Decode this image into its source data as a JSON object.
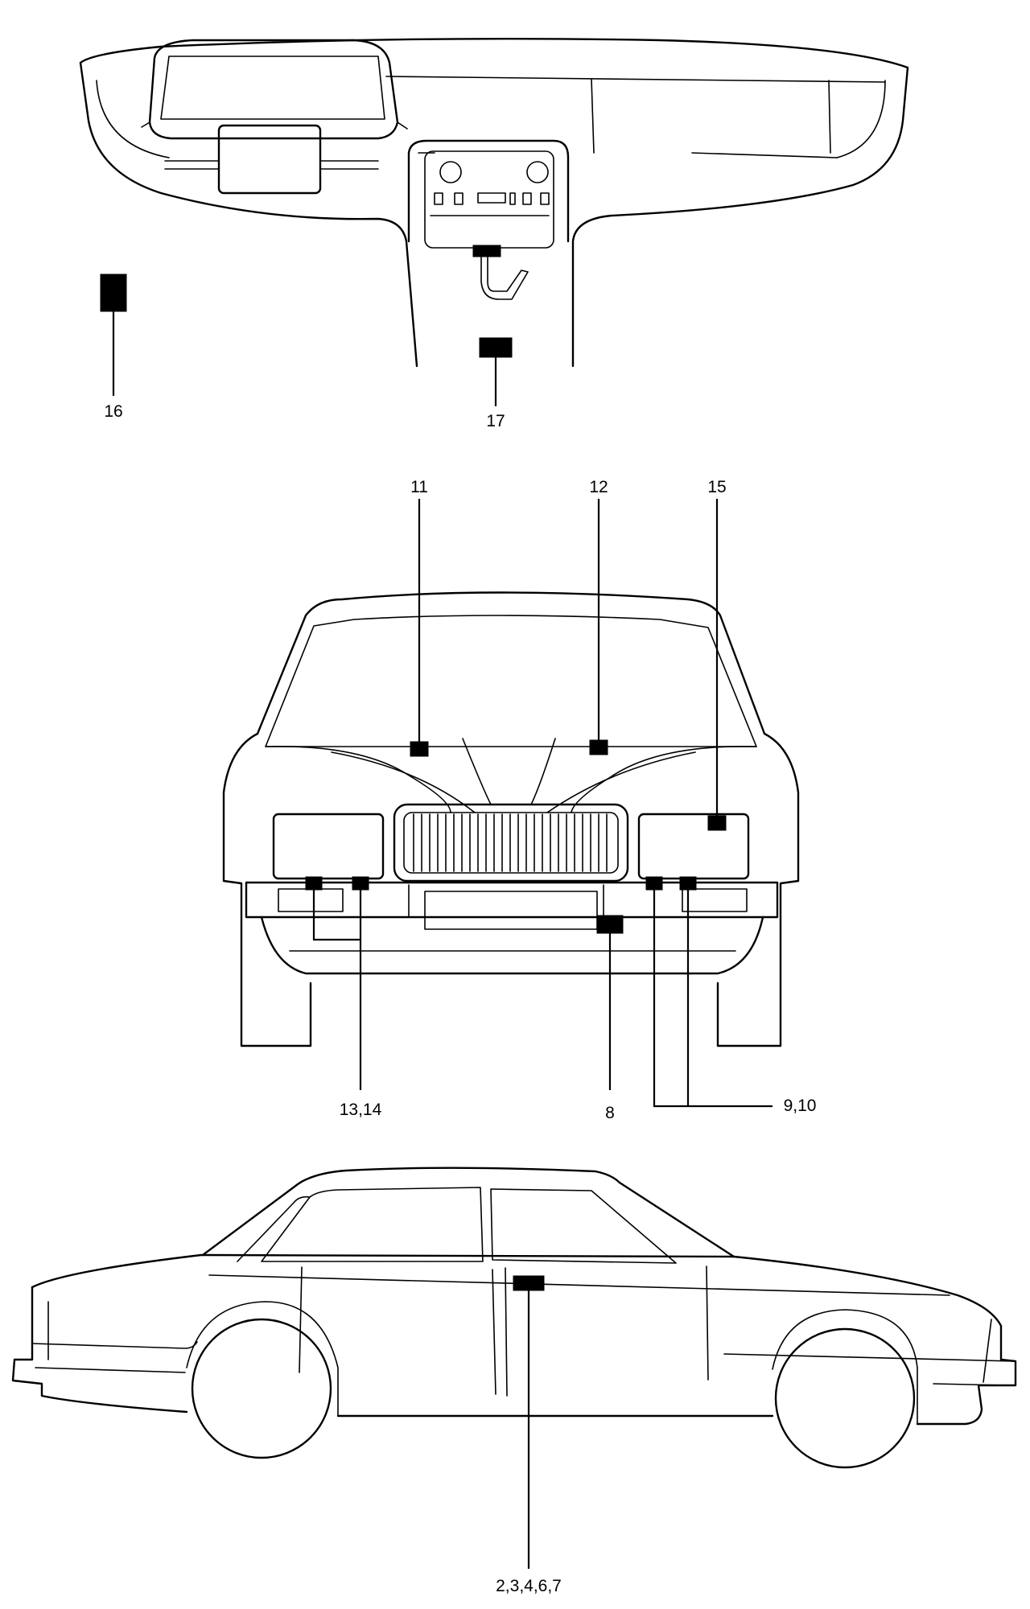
{
  "callouts": {
    "c16": "16",
    "c17": "17",
    "c11": "11",
    "c12": "12",
    "c15": "15",
    "c13_14": "13,14",
    "c8": "8",
    "c9_10": "9,10",
    "c2_7": "2,3,4,6,7"
  },
  "icons": {
    "component_marker": "black-rectangle"
  }
}
